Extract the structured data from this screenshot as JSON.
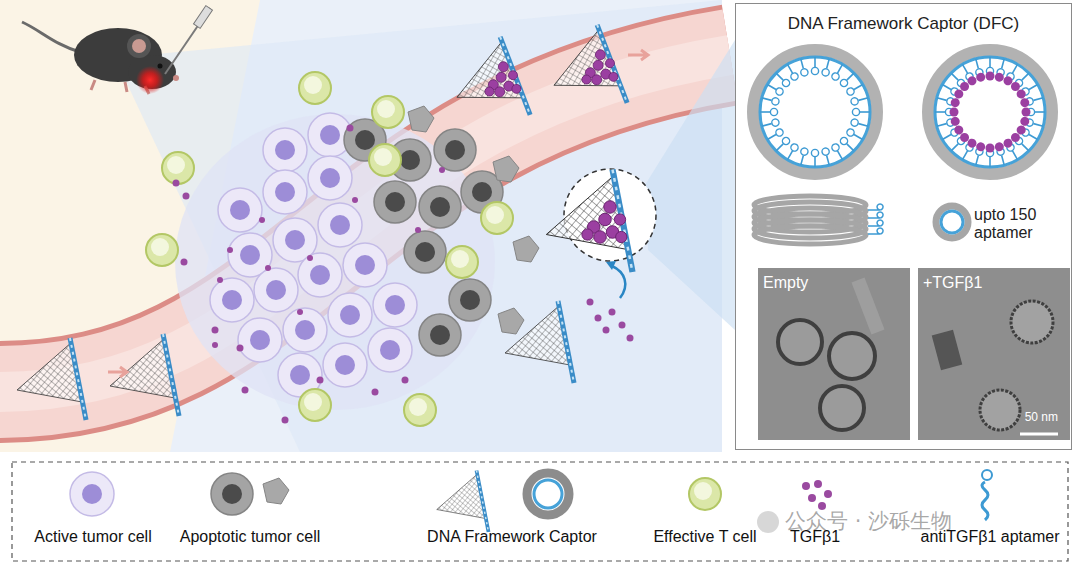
{
  "diagram": {
    "nodes": [
      {
        "text": [
          "DNA Framework Captor (DFC)"
        ]
      },
      {
        "text": [
          "Empty"
        ],
        "in": 0
      },
      {
        "text": [
          "+TGFβ1",
          "50 nm"
        ],
        "in": 0
      }
    ],
    "labels": [
      "upto 150 aptamer",
      "公众号 · 沙砾生物"
    ],
    "legend": [
      {
        "text": "Active tumor cell"
      },
      {
        "text": "Apoptotic tumor cell"
      },
      {
        "text": "DNA Framework Captor"
      },
      {
        "text": "Effective T cell"
      },
      {
        "text": "TGFβ1"
      },
      {
        "text": "antiTGFβ1 aptamer"
      }
    ]
  }
}
